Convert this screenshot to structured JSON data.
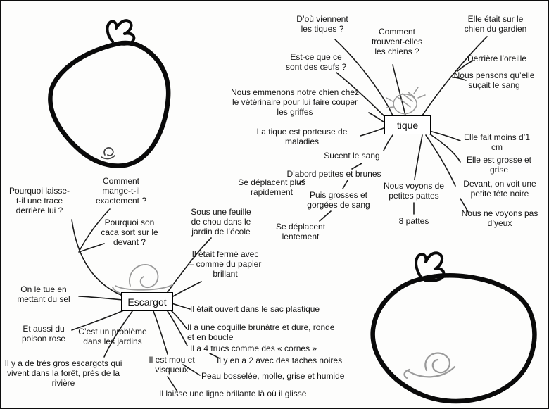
{
  "colors": {
    "ink": "#1a1a1a",
    "sketch": "#9a9a9a",
    "bag_outline": "#0a0a0a",
    "mini_doodle": "#444444"
  },
  "tique": {
    "center": "tique",
    "nodes": {
      "dou_viennent": "D’où viennent les tiques ?",
      "comment_trouvent": "Comment trouvent-elles les chiens ?",
      "chien_gardien": "Elle était sur le chien du gardien",
      "oeufs": "Est-ce que ce sont des œufs ?",
      "derriere_oreille": "Derrière l’oreille",
      "sucait_sang": "Nous pensons qu’elle suçait le sang",
      "veterinaire": "Nous emmenons notre chien chez le vétérinaire pour lui faire couper les griffes",
      "porteuse_maladies": "La tique est porteuse de maladies",
      "moins_1cm": "Elle fait moins d’1 cm",
      "sucent_sang": "Sucent le sang",
      "grosse_grise": "Elle est grosse et grise",
      "petites_brunes": "D’abord petites et brunes",
      "plus_rapidement": "Se déplacent plus rapidement",
      "gorgees_sang": "Puis grosses et gorgées de sang",
      "petites_pattes": "Nous voyons de petites pattes",
      "tete_noire": "Devant, on voit une petite tête noire",
      "pas_yeux": "Nous ne voyons pas d’yeux",
      "huit_pattes": "8 pattes",
      "lentement": "Se déplacent lentement"
    }
  },
  "escargot": {
    "center": "Escargot",
    "nodes": {
      "trace": "Pourquoi laisse-t-il une trace derrière lui ?",
      "mange": "Comment mange-t-il exactement ?",
      "caca": "Pourquoi son caca sort sur le devant ?",
      "feuille_chou": "Sous une feuille de chou dans le jardin de l’école",
      "ferme_papier": "Il était fermé avec – comme du papier brillant",
      "sel": "On le tue en mettant du sel",
      "poison_rose": "Et aussi du poison rose",
      "probleme_jardins": "C’est un problème dans les jardins",
      "gros_escargots": "Il y a de très gros escargots qui vivent dans la forêt, près de la rivière",
      "sac_plastique": "Il était ouvert dans le sac plastique",
      "coquille": "Il a une coquille brunâtre et dure, ronde et en boucle",
      "cornes": "Il a 4 trucs comme des « cornes »",
      "mou_visqueux": "Il est mou et visqueux",
      "taches_noires": "Il y en a 2 avec des taches noires",
      "peau_bosselee": "Peau bosselée, molle, grise et humide",
      "ligne_brillante": "Il laisse une ligne brillante là où il glisse"
    }
  }
}
